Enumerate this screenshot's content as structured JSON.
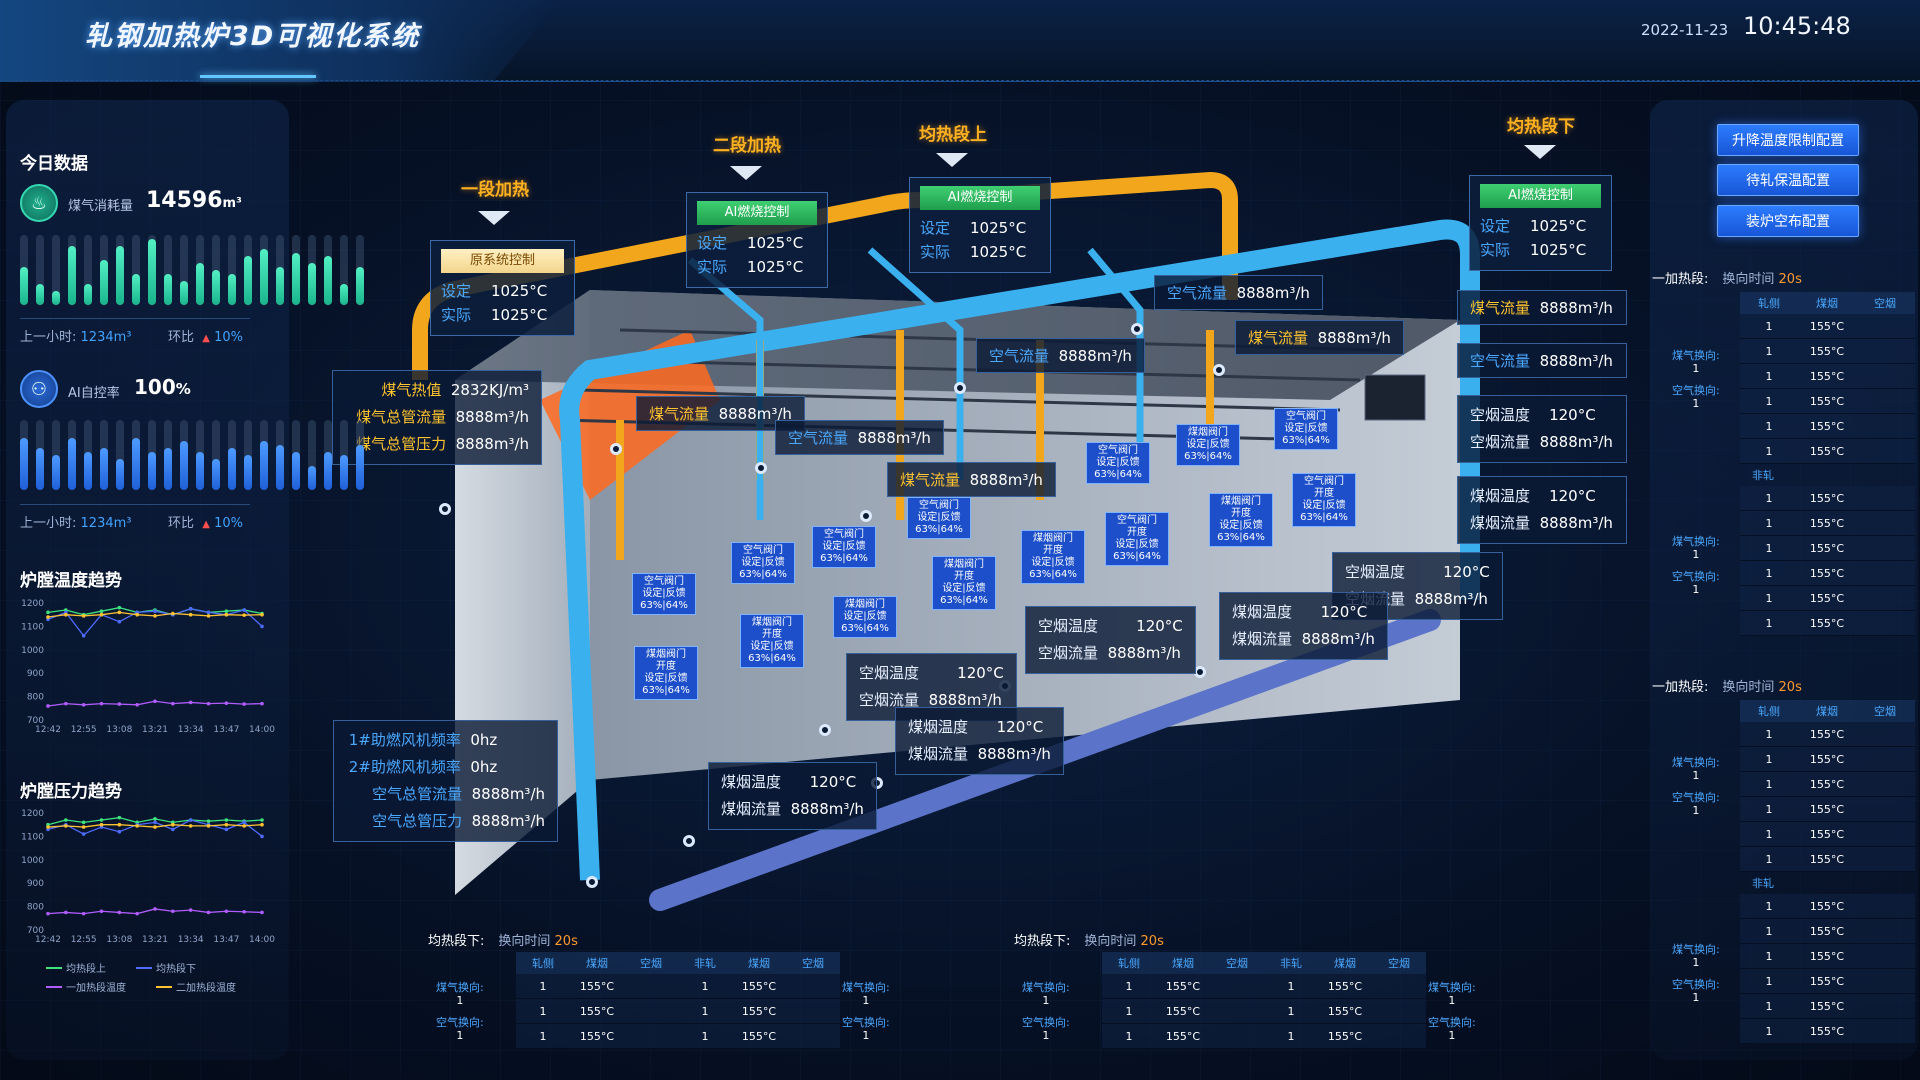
{
  "header": {
    "title": "轧钢加热炉3D可视化系统",
    "date": "2022-11-23",
    "time": "10:45:48"
  },
  "today": {
    "section_title": "今日数据",
    "gas": {
      "label": "煤气消耗量",
      "value": "14596",
      "unit": "m³",
      "sub_label": "上一小时:",
      "sub_value": "1234m³",
      "ratio_label": "环比",
      "ratio_value": "10%",
      "bars": [
        0.55,
        0.3,
        0.2,
        0.85,
        0.3,
        0.65,
        0.85,
        0.45,
        0.95,
        0.45,
        0.35,
        0.6,
        0.5,
        0.45,
        0.7,
        0.8,
        0.55,
        0.75,
        0.6,
        0.7,
        0.3,
        0.55
      ]
    },
    "ai": {
      "label": "AI自控率",
      "value": "100",
      "unit": "%",
      "sub_label": "上一小时:",
      "sub_value": "1234m³",
      "ratio_label": "环比",
      "ratio_value": "10%",
      "bars": [
        0.75,
        0.6,
        0.5,
        0.75,
        0.55,
        0.6,
        0.45,
        0.75,
        0.55,
        0.6,
        0.7,
        0.55,
        0.45,
        0.6,
        0.5,
        0.7,
        0.65,
        0.55,
        0.35,
        0.55,
        0.5,
        0.65
      ]
    }
  },
  "temp_chart": {
    "title": "炉膛温度趋势"
  },
  "pressure_chart": {
    "title": "炉膛压力趋势"
  },
  "legend": [
    "均热段上",
    "均热段下",
    "一加热段温度",
    "二加热段温度"
  ],
  "chart_data": [
    {
      "type": "line",
      "title": "炉膛温度趋势",
      "x": [
        "12:42",
        "12:55",
        "13:08",
        "13:21",
        "13:34",
        "13:47",
        "14:00"
      ],
      "ylim": [
        700,
        1200
      ],
      "yticks": [
        700,
        800,
        900,
        1000,
        1100,
        1200
      ],
      "series": [
        {
          "name": "均热段上",
          "color": "#3de37d",
          "values": [
            1160,
            1170,
            1150,
            1165,
            1180,
            1160,
            1170,
            1150,
            1175,
            1160,
            1165,
            1170,
            1155
          ]
        },
        {
          "name": "均热段下",
          "color": "#4d6bff",
          "values": [
            1130,
            1160,
            1060,
            1150,
            1120,
            1160,
            1165,
            1150,
            1175,
            1160,
            1150,
            1170,
            1100
          ]
        },
        {
          "name": "一加热段温度",
          "color": "#b15cff",
          "values": [
            760,
            770,
            765,
            770,
            768,
            765,
            780,
            770,
            775,
            770,
            772,
            768,
            770
          ]
        },
        {
          "name": "二加热段温度",
          "color": "#ffc231",
          "values": [
            1140,
            1150,
            1145,
            1150,
            1160,
            1150,
            1145,
            1155,
            1150,
            1145,
            1150,
            1148,
            1150
          ]
        }
      ]
    },
    {
      "type": "line",
      "title": "炉膛压力趋势",
      "x": [
        "12:42",
        "12:55",
        "13:08",
        "13:21",
        "13:34",
        "13:47",
        "14:00"
      ],
      "ylim": [
        700,
        1200
      ],
      "yticks": [
        700,
        800,
        900,
        1000,
        1100,
        1200
      ],
      "series": [
        {
          "name": "均热段上",
          "color": "#3de37d",
          "values": [
            1150,
            1170,
            1160,
            1170,
            1180,
            1160,
            1175,
            1160,
            1170,
            1165,
            1170,
            1165,
            1170
          ]
        },
        {
          "name": "均热段下",
          "color": "#4d6bff",
          "values": [
            1130,
            1150,
            1110,
            1140,
            1120,
            1150,
            1160,
            1130,
            1170,
            1150,
            1130,
            1160,
            1100
          ]
        },
        {
          "name": "一加热段温度",
          "color": "#b15cff",
          "values": [
            770,
            775,
            770,
            780,
            775,
            770,
            790,
            780,
            785,
            775,
            780,
            778,
            775
          ]
        },
        {
          "name": "二加热段温度",
          "color": "#ffc231",
          "values": [
            1140,
            1145,
            1140,
            1150,
            1150,
            1145,
            1140,
            1150,
            1145,
            1145,
            1150,
            1145,
            1150
          ]
        }
      ]
    }
  ],
  "config_buttons": [
    "升降温度限制配置",
    "待轧保温配置",
    "装炉空布配置"
  ],
  "tables": {
    "cols_ext": [
      "轧侧",
      "煤烟",
      "空烟"
    ],
    "cols_long": [
      "轧侧",
      "煤烟",
      "空烟",
      "非轧",
      "煤烟",
      "空烟"
    ],
    "non_roll": "非轧",
    "right1": {
      "title": "一加热段:",
      "time_label": "换向时间",
      "time_value": "20s"
    },
    "right2": {
      "title": "一加热段:",
      "time_label": "换向时间",
      "time_value": "20s"
    },
    "bottom1": {
      "title": "均热段下:",
      "time_label": "换向时间",
      "time_value": "20s"
    },
    "bottom2": {
      "title": "均热段下:",
      "time_label": "换向时间",
      "time_value": "20s"
    },
    "gas_dir": "煤气换向:",
    "air_dir": "空气换向:",
    "dir_val": "1",
    "cell_one": "1",
    "cell_temp": "155°C"
  },
  "scene": {
    "stages": [
      "一段加热",
      "二段加热",
      "均热段上",
      "均热段下"
    ],
    "ctrl_orig": "原系统控制",
    "ctrl_ai": "AI燃烧控制",
    "set": "设定",
    "actual": "实际",
    "temp": "1025°C",
    "labels": {
      "gas_heat": "煤气热值",
      "gas_heat_v": "2832KJ/m³",
      "gas_main_flow": "煤气总管流量",
      "gas_main_pres": "煤气总管压力",
      "flow_v": "8888m³/h",
      "gas_flow": "煤气流量",
      "air_flow": "空气流量",
      "air_smoke_temp": "空烟温度",
      "air_smoke_flow": "空烟流量",
      "coal_smoke_temp": "煤烟温度",
      "coal_smoke_flow": "煤烟流量",
      "smoke_temp_v": "120°C",
      "fan1": "1#助燃风机频率",
      "fan2": "2#助燃风机频率",
      "fan_v": "0hz",
      "air_main_flow": "空气总管流量",
      "air_main_pres": "空气总管压力"
    },
    "valves": {
      "air": "空气阀门",
      "smoke": "煤烟阀门",
      "open": "开度",
      "set_fb": "设定|反馈",
      "pct": "63%|64%"
    }
  }
}
